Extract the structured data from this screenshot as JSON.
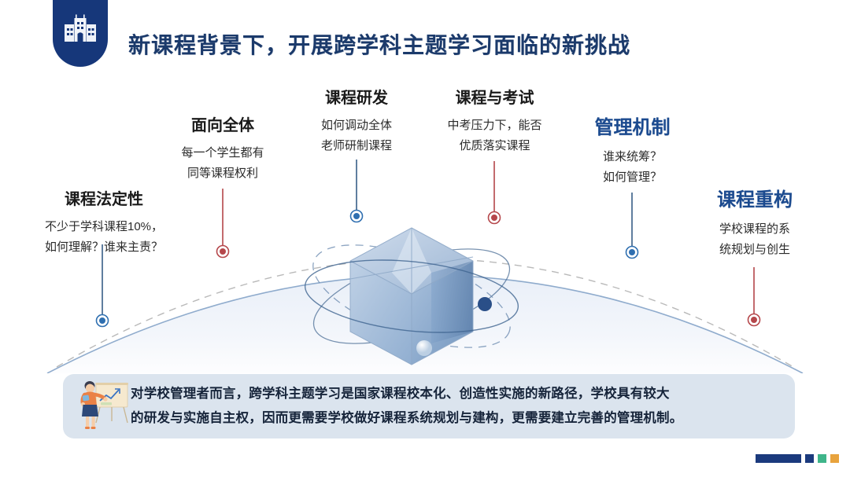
{
  "header": {
    "icon": "school-building-icon",
    "title": "新课程背景下，开展跨学科主题学习面临的新挑战",
    "title_color": "#1b3a6b",
    "shield_color": "#16377a"
  },
  "callouts": [
    {
      "id": "course-legality",
      "title": "课程法定性",
      "lines": [
        "不少于学科课程10%，",
        "如何理解？谁来主责？"
      ],
      "marker_color": "#2f6fb0",
      "accent": false
    },
    {
      "id": "for-all-students",
      "title": "面向全体",
      "lines": [
        "每一个学生都有",
        "同等课程权利"
      ],
      "marker_color": "#b5474b",
      "accent": false
    },
    {
      "id": "curriculum-rnd",
      "title": "课程研发",
      "lines": [
        "如何调动全体",
        "老师研制课程"
      ],
      "marker_color": "#2f6fb0",
      "accent": false
    },
    {
      "id": "curriculum-and-exam",
      "title": "课程与考试",
      "lines": [
        "中考压力下，能否",
        "优质落实课程"
      ],
      "marker_color": "#b5474b",
      "accent": false
    },
    {
      "id": "management-mechanism",
      "title": "管理机制",
      "lines": [
        "谁来统筹？",
        "如何管理？"
      ],
      "marker_color": "#2f6fb0",
      "accent": true
    },
    {
      "id": "curriculum-restructuring",
      "title": "课程重构",
      "lines": [
        "学校课程的系",
        "统规划与创生"
      ],
      "marker_color": "#b5474b",
      "accent": true
    }
  ],
  "caption": {
    "illustration": "teacher-at-whiteboard-icon",
    "line1": "对学校管理者而言，跨学科主题学习是国家课程校本化、创造性实施的新路径，学校具有较大",
    "line2": "的研发与实施自主权，因而更需要学校做好课程系统规划与建构，更需要建立完善的管理机制。",
    "background": "#dbe4ee"
  },
  "central_graphic": {
    "name": "blue-crystal-polyhedron",
    "orbit_rings": 3,
    "spheres": 2
  },
  "footer_marks": {
    "bar_color": "#1b3a7d",
    "squares": [
      "#1b3a7d",
      "#3fb58a",
      "#e8a33d"
    ]
  }
}
